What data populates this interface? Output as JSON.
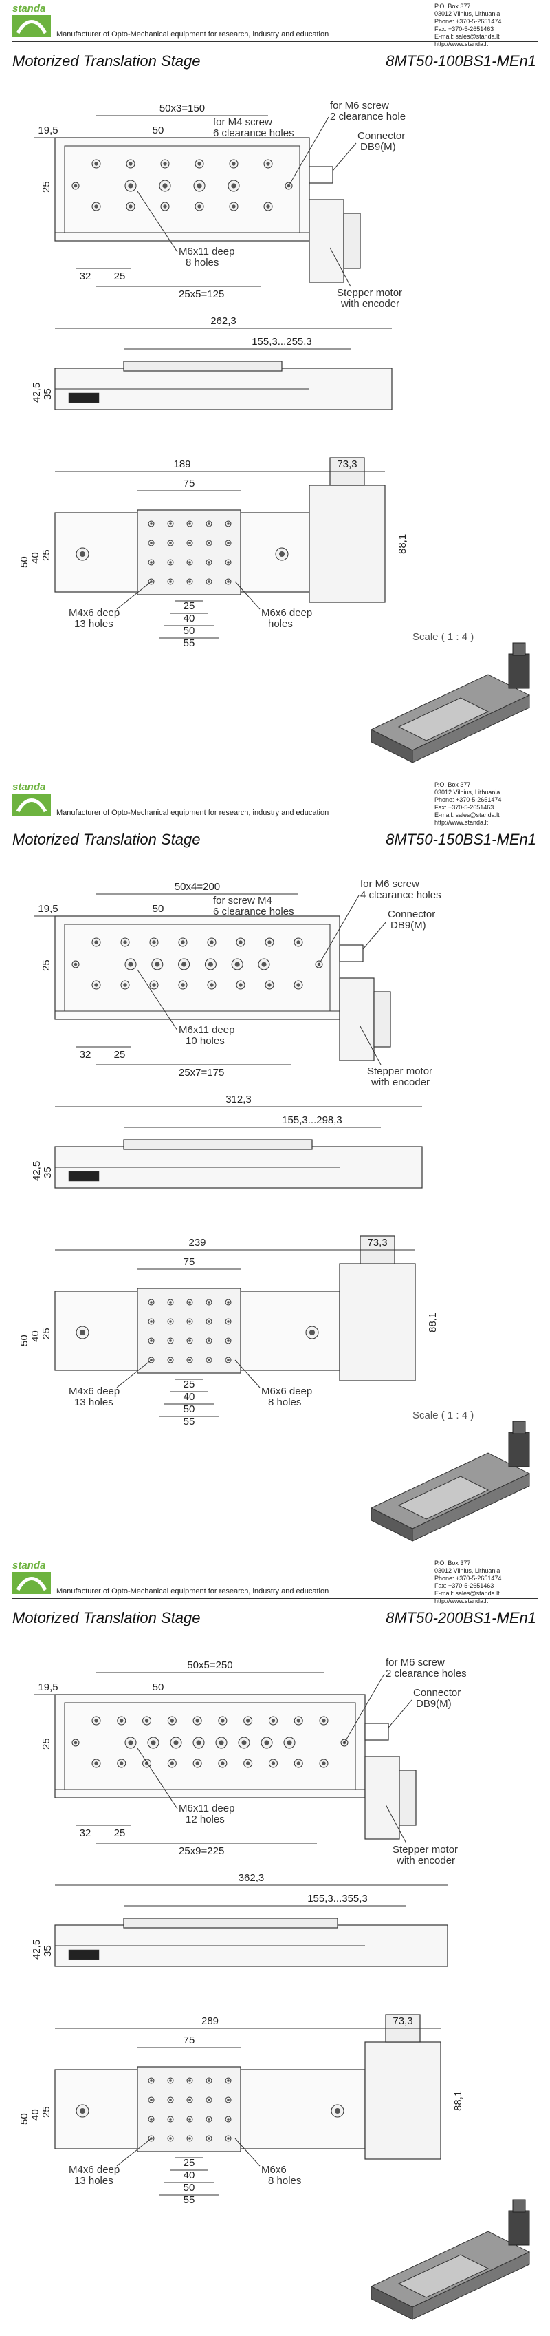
{
  "brand": {
    "logo_text": "standa",
    "tagline": "Manufacturer of Opto-Mechanical equipment for research, industry and education",
    "contact": [
      "P.O. Box 377",
      "03012 Vilnius, Lithuania",
      "Phone: +370-5-2651474",
      "Fax: +370-5-2651463",
      "E-mail: sales@standa.lt",
      "http://www.standa.lt"
    ],
    "green": "#6db33f"
  },
  "sheets": [
    {
      "title": "Motorized Translation Stage",
      "model": "8MT50-100BS1-MEn1",
      "top_view": {
        "hole_span": "50x3=150",
        "pitch_left": "19,5",
        "pitch_mid": "50",
        "width_25": "25",
        "m4_note": "for M4 screw",
        "m4_count": "6 clearance holes",
        "m6_note": "for M6 screw",
        "m6_count": "2 clearance hole",
        "connector": "Connector",
        "connector_type": "DB9(M)",
        "m6_deep": "M6x11 deep",
        "m6_deep_count": "8 holes",
        "bottom_a": "32",
        "bottom_b": "25",
        "bottom_span": "25x5=125",
        "motor_1": "Stepper motor",
        "motor_2": "with encoder"
      },
      "side_view": {
        "length": "262,3",
        "travel": "155,3...255,3",
        "h1": "42,5",
        "h2": "35"
      },
      "front_view": {
        "length": "189",
        "motor": "73,3",
        "carriage": "75",
        "height": "88,1",
        "v50": "50",
        "v40": "40",
        "v25": "25",
        "m4_note": "M4x6 deep",
        "m4_count": "13 holes",
        "m6_note": "M6x6 deep",
        "m6_count": "holes",
        "c25": "25",
        "c40": "40",
        "c50": "50",
        "c55": "55"
      },
      "scale": "Scale ( 1 : 4 )"
    },
    {
      "title": "Motorized Translation Stage",
      "model": "8MT50-150BS1-MEn1",
      "top_view": {
        "hole_span": "50x4=200",
        "pitch_left": "19,5",
        "pitch_mid": "50",
        "width_25": "25",
        "m4_note": "for screw M4",
        "m4_count": "6 clearance holes",
        "m6_note": "for M6 screw",
        "m6_count": "4 clearance holes",
        "connector": "Connector",
        "connector_type": "DB9(M)",
        "m6_deep": "M6x11 deep",
        "m6_deep_count": "10 holes",
        "bottom_a": "32",
        "bottom_b": "25",
        "bottom_span": "25x7=175",
        "motor_1": "Stepper motor",
        "motor_2": "with encoder"
      },
      "side_view": {
        "length": "312,3",
        "travel": "155,3...298,3",
        "h1": "42,5",
        "h2": "35"
      },
      "front_view": {
        "length": "239",
        "motor": "73,3",
        "carriage": "75",
        "height": "88,1",
        "v50": "50",
        "v40": "40",
        "v25": "25",
        "m4_note": "M4x6 deep",
        "m4_count": "13 holes",
        "m6_note": "M6x6 deep",
        "m6_count": "8 holes",
        "c25": "25",
        "c40": "40",
        "c50": "50",
        "c55": "55"
      },
      "scale": "Scale ( 1 : 4 )"
    },
    {
      "title": "Motorized Translation Stage",
      "model": "8MT50-200BS1-MEn1",
      "top_view": {
        "hole_span": "50x5=250",
        "pitch_left": "19,5",
        "pitch_mid": "50",
        "width_25": "25",
        "m4_note": "",
        "m4_count": "",
        "m6_note": "for M6 screw",
        "m6_count": "2 clearance holes",
        "connector": "Connector",
        "connector_type": "DB9(M)",
        "m6_deep": "M6x11 deep",
        "m6_deep_count": "12 holes",
        "bottom_a": "32",
        "bottom_b": "25",
        "bottom_span": "25x9=225",
        "motor_1": "Stepper motor",
        "motor_2": "with encoder"
      },
      "side_view": {
        "length": "362,3",
        "travel": "155,3...355,3",
        "h1": "42,5",
        "h2": "35"
      },
      "front_view": {
        "length": "289",
        "motor": "73,3",
        "carriage": "75",
        "height": "88,1",
        "v50": "50",
        "v40": "40",
        "v25": "25",
        "m4_note": "M4x6 deep",
        "m4_count": "13 holes",
        "m6_note": "M6x6",
        "m6_count": "8 holes",
        "c25": "25",
        "c40": "40",
        "c50": "50",
        "c55": "55"
      },
      "scale": ""
    }
  ]
}
